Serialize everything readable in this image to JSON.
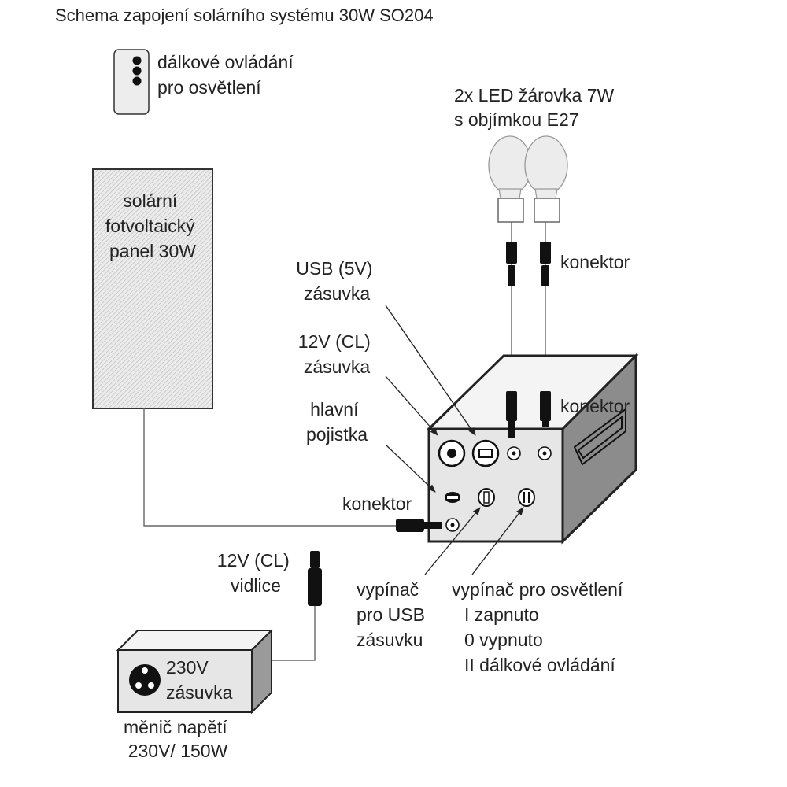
{
  "title": "Schema zapojení solárního systému 30W SO204",
  "remote": {
    "line1": "dálkové ovládání",
    "line2": "pro osvětlení"
  },
  "bulbs": {
    "line1": "2x LED žárovka 7W",
    "line2": "s objímkou E27"
  },
  "panel": {
    "line1": "solární",
    "line2": "fotvoltaický",
    "line3": "panel 30W"
  },
  "connector_upper": "konektor",
  "connector_box": "konektor",
  "connector_left": "konektor",
  "usb_socket": {
    "line1": "USB (5V)",
    "line2": "zásuvka"
  },
  "cl_socket": {
    "line1": "12V (CL)",
    "line2": "zásuvka"
  },
  "fuse": {
    "line1": "hlavní",
    "line2": "pojistka"
  },
  "cl_plug": {
    "line1": "12V (CL)",
    "line2": "vidlice"
  },
  "usb_switch": {
    "line1": "vypínač",
    "line2": "pro USB",
    "line3": "zásuvku"
  },
  "light_switch": {
    "line1": "vypínač pro osvětlení",
    "line2": "I zapnuto",
    "line3": "0 vypnuto",
    "line4": "II dálkové ovládání"
  },
  "inverter": {
    "socket_line1": "230V",
    "socket_line2": "zásuvka",
    "caption_line1": "měnič napětí",
    "caption_line2": "230V/ 150W"
  },
  "colors": {
    "line": "#222222",
    "box_front": "#e6e6e6",
    "box_side": "#8c8c8c",
    "box_top": "#f4f4f4",
    "panel_fill": "#e8e8e8"
  }
}
